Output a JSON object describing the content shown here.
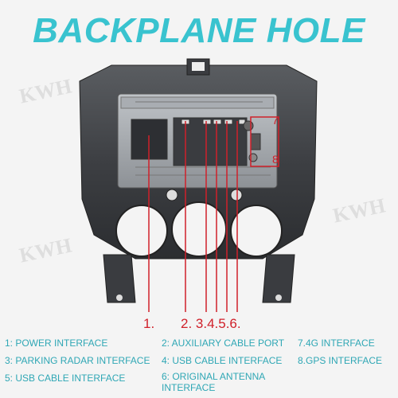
{
  "title": "BACKPLANE HOLE",
  "watermark": "KWH",
  "callouts": [
    "1.",
    "2. 3.4.5.6.",
    "7",
    "8"
  ],
  "legend": {
    "col1": [
      "1: POWER INTERFACE",
      "3: PARKING RADAR INTERFACE",
      "5: USB CABLE INTERFACE"
    ],
    "col2": [
      "2: AUXILIARY CABLE PORT",
      "4: USB CABLE INTERFACE",
      "6: ORIGINAL ANTENNA INTERFACE"
    ],
    "col3": [
      "7.4G INTERFACE",
      "8.GPS INTERFACE"
    ]
  },
  "colors": {
    "title": "#39c3cf",
    "callout": "#d0202a",
    "legend": "#2fa7b5"
  }
}
